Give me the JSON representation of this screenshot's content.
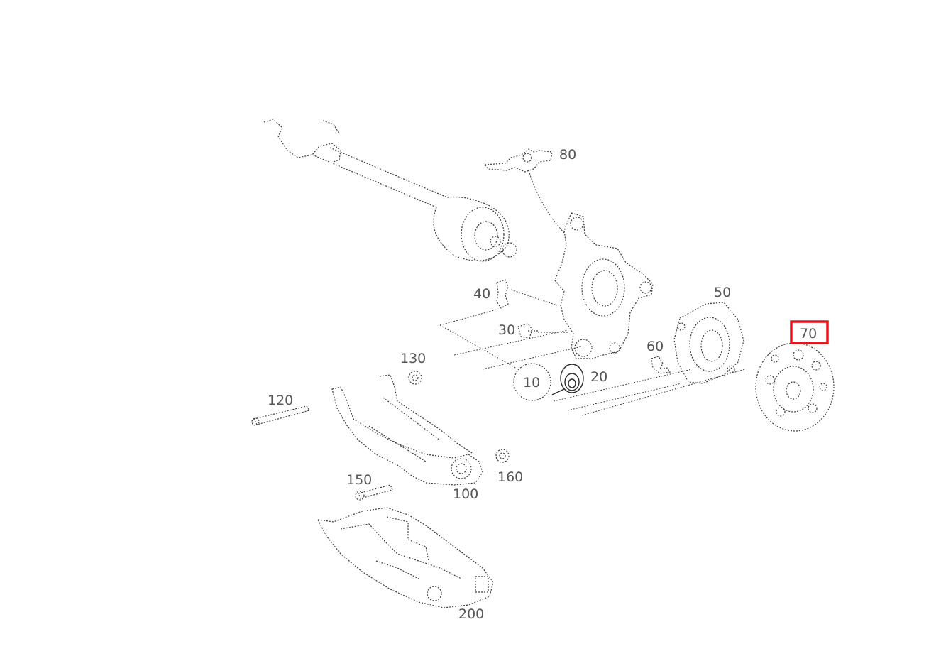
{
  "diagram": {
    "callouts": [
      "10",
      "20",
      "30",
      "40",
      "50",
      "60",
      "70",
      "80",
      "100",
      "120",
      "130",
      "150",
      "160",
      "200"
    ],
    "highlighted_callout": "70",
    "highlight_color": "#e8141b",
    "line_color": "#3a3a3a",
    "label_color": "#555555"
  }
}
